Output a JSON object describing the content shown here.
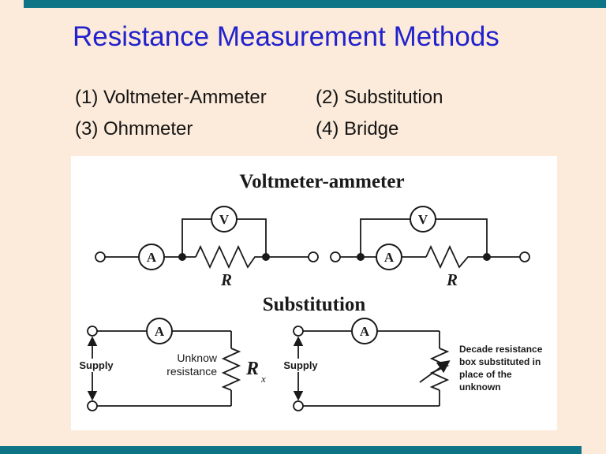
{
  "colors": {
    "accent_bar": "#0E7586",
    "title": "#2222CC",
    "background": "#FCEBDA",
    "panel": "#FFFFFF",
    "ink": "#1A1A1A"
  },
  "slide": {
    "title": "Resistance Measurement Methods",
    "methods": [
      {
        "text": "(1) Voltmeter-Ammeter"
      },
      {
        "text": "(2) Substitution"
      },
      {
        "text": "(3) Ohmmeter"
      },
      {
        "text": "(4) Bridge"
      }
    ]
  },
  "figure": {
    "voltmeter_ammeter": {
      "heading": "Voltmeter-ammeter",
      "ammeter": "A",
      "voltmeter": "V",
      "resistor": "R"
    },
    "substitution": {
      "heading": "Substitution",
      "ammeter": "A",
      "supply": "Supply",
      "unknown_line1": "Unknow",
      "unknown_line2": "resistance",
      "rx": "R",
      "rx_sub": "x",
      "annotation": [
        "Decade resistance",
        "box substituted in",
        "place of the",
        "unknown"
      ]
    }
  }
}
